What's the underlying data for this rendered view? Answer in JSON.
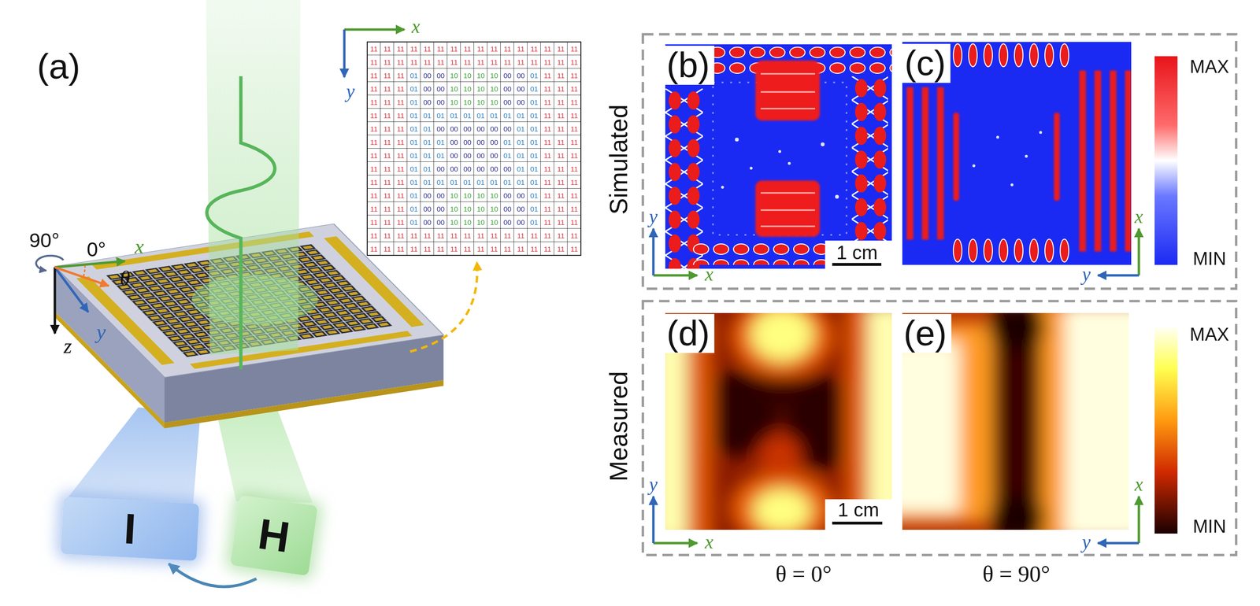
{
  "diagram": {
    "nodes": [
      {
        "text": [
          "I"
        ]
      },
      {
        "text": [
          "H"
        ]
      }
    ],
    "edges": [
      {
        "from": 1,
        "to": 0,
        "arrow": "to"
      }
    ],
    "labels": [
      "(a)",
      "90°",
      "0°",
      "x",
      "θ",
      "y",
      "z",
      "x",
      "y",
      "Simulated",
      "(b)",
      "(c)",
      "MAX",
      "MIN",
      "1 cm",
      "y",
      "x",
      "x",
      "y",
      "Measured",
      "(d)",
      "(e)",
      "MAX",
      "MIN",
      "1 cm",
      "y",
      "x",
      "x",
      "y",
      "θ = 0°",
      "θ = 90°",
      "11",
      "11",
      "11",
      "11",
      "11",
      "11",
      "11",
      "11",
      "11",
      "11",
      "11",
      "11",
      "11",
      "11",
      "11",
      "11",
      "11",
      "11",
      "11",
      "11",
      "11",
      "11",
      "11",
      "11",
      "11",
      "11",
      "11",
      "11",
      "11",
      "11",
      "11",
      "11",
      "11",
      "11",
      "11",
      "01",
      "00",
      "00",
      "10",
      "10",
      "10",
      "10",
      "00",
      "00",
      "01",
      "11",
      "11",
      "11",
      "11",
      "11",
      "11",
      "01",
      "00",
      "00",
      "10",
      "10",
      "10",
      "10",
      "00",
      "00",
      "01",
      "11",
      "11",
      "11",
      "11",
      "11",
      "11",
      "01",
      "00",
      "00",
      "10",
      "10",
      "10",
      "10",
      "00",
      "00",
      "01",
      "11",
      "11",
      "11",
      "11",
      "11",
      "11",
      "01",
      "01",
      "01",
      "01",
      "01",
      "01",
      "01",
      "01",
      "01",
      "01",
      "11",
      "11",
      "11",
      "11",
      "11",
      "11",
      "01",
      "01",
      "00",
      "00",
      "00",
      "00",
      "00",
      "00",
      "01",
      "01",
      "11",
      "11",
      "11",
      "11",
      "11",
      "11",
      "01",
      "01",
      "01",
      "00",
      "00",
      "00",
      "00",
      "01",
      "01",
      "01",
      "11",
      "11",
      "11",
      "11",
      "11",
      "11",
      "01",
      "01",
      "01",
      "00",
      "00",
      "00",
      "00",
      "01",
      "01",
      "01",
      "11",
      "11",
      "11",
      "11",
      "11",
      "11",
      "01",
      "01",
      "00",
      "00",
      "00",
      "00",
      "00",
      "00",
      "01",
      "01",
      "11",
      "11",
      "11",
      "11",
      "11",
      "11",
      "01",
      "01",
      "01",
      "01",
      "01",
      "01",
      "01",
      "01",
      "01",
      "01",
      "11",
      "11",
      "11",
      "11",
      "11",
      "11",
      "01",
      "00",
      "00",
      "10",
      "10",
      "10",
      "10",
      "00",
      "00",
      "01",
      "11",
      "11",
      "11",
      "11",
      "11",
      "11",
      "01",
      "00",
      "00",
      "10",
      "10",
      "10",
      "10",
      "00",
      "00",
      "01",
      "11",
      "11",
      "11",
      "11",
      "11",
      "11",
      "01",
      "00",
      "00",
      "10",
      "10",
      "10",
      "10",
      "00",
      "00",
      "01",
      "11",
      "11",
      "11",
      "11",
      "11",
      "11",
      "11",
      "11",
      "11",
      "11",
      "11",
      "11",
      "11",
      "11",
      "11",
      "11",
      "11",
      "11",
      "11",
      "11",
      "11",
      "11",
      "11",
      "11",
      "11",
      "11",
      "11",
      "11",
      "11",
      "11",
      "11",
      "11",
      "11",
      "11",
      "11"
    ]
  }
}
